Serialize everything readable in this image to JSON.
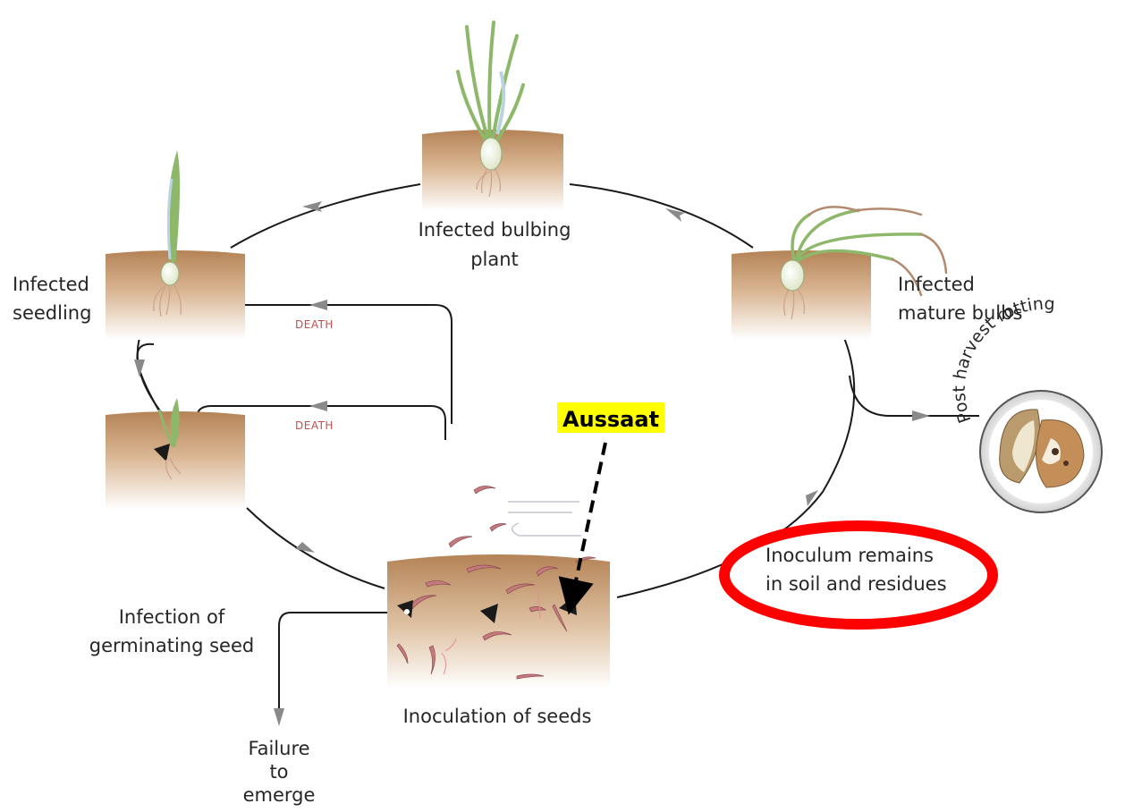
{
  "stages": {
    "infected_bulbing_plant": [
      "Infected bulbing",
      "plant"
    ],
    "infected_mature_bulbs": [
      "Infected",
      "mature bulbs"
    ],
    "infected_seedling": [
      "Infected",
      "seedling"
    ],
    "infection_germinating_seed": [
      "Infection of",
      "germinating seed"
    ],
    "inoculation_of_seeds": "Inoculation of seeds",
    "failure_to_emerge": [
      "Failure",
      "to",
      "emerge"
    ],
    "inoculum_remains": [
      "Inoculum remains",
      "in soil and residues"
    ],
    "post_harvest_rotting": "Post harvest rotting"
  },
  "death_labels": [
    "DEATH",
    "DEATH"
  ],
  "annotation": {
    "label": "Aussaat",
    "highlight_color": "#ffff00",
    "ellipse_color": "#ff0000"
  },
  "colors": {
    "soil_top": "#b98a5e",
    "soil_bottom": "#ffffff",
    "stem": "#8db86a",
    "root": "#c9a389",
    "worm": "#c57b7e",
    "death": "#c0504d"
  }
}
